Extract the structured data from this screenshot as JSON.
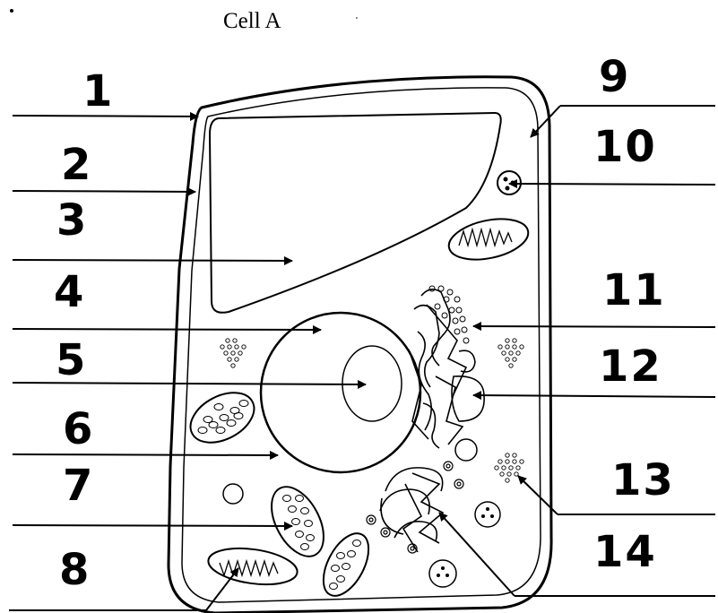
{
  "title": "Cell A",
  "labels": [
    "1",
    "2",
    "3",
    "4",
    "5",
    "6",
    "7",
    "8",
    "9",
    "10",
    "11",
    "12",
    "13",
    "14"
  ]
}
